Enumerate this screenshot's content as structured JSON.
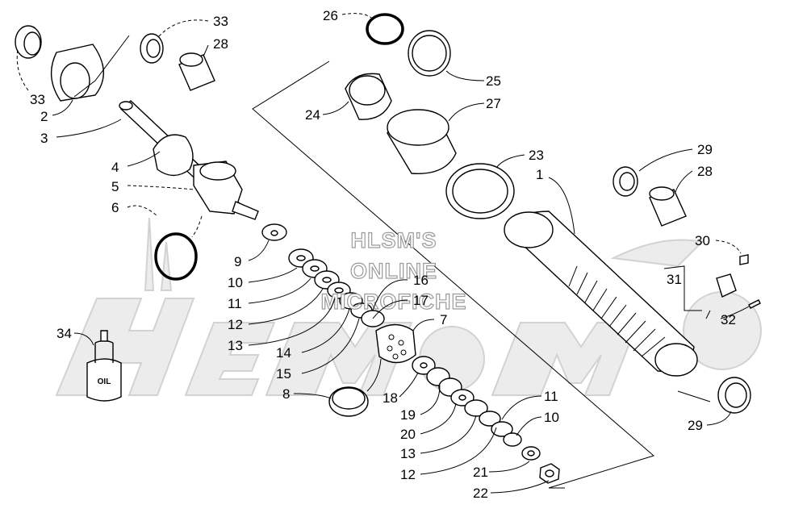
{
  "watermark": {
    "line1": "HLSM'S",
    "line2": "ONLINE",
    "line3": "MICROFICHE"
  },
  "oil_bottle_text": "OIL",
  "callouts": [
    {
      "id": "c33a",
      "text": "33"
    },
    {
      "id": "c28a",
      "text": "28"
    },
    {
      "id": "c33b",
      "text": "33"
    },
    {
      "id": "c2",
      "text": "2"
    },
    {
      "id": "c3",
      "text": "3"
    },
    {
      "id": "c4",
      "text": "4"
    },
    {
      "id": "c5",
      "text": "5"
    },
    {
      "id": "c6",
      "text": "6"
    },
    {
      "id": "c26",
      "text": "26"
    },
    {
      "id": "c25",
      "text": "25"
    },
    {
      "id": "c24",
      "text": "24"
    },
    {
      "id": "c27",
      "text": "27"
    },
    {
      "id": "c23",
      "text": "23"
    },
    {
      "id": "c1",
      "text": "1"
    },
    {
      "id": "c29a",
      "text": "29"
    },
    {
      "id": "c28b",
      "text": "28"
    },
    {
      "id": "c30",
      "text": "30"
    },
    {
      "id": "c31",
      "text": "31"
    },
    {
      "id": "c32",
      "text": "32"
    },
    {
      "id": "c29b",
      "text": "29"
    },
    {
      "id": "c9",
      "text": "9"
    },
    {
      "id": "c10a",
      "text": "10"
    },
    {
      "id": "c11a",
      "text": "11"
    },
    {
      "id": "c12a",
      "text": "12"
    },
    {
      "id": "c13a",
      "text": "13"
    },
    {
      "id": "c14",
      "text": "14"
    },
    {
      "id": "c15",
      "text": "15"
    },
    {
      "id": "c16",
      "text": "16"
    },
    {
      "id": "c17",
      "text": "17"
    },
    {
      "id": "c7",
      "text": "7"
    },
    {
      "id": "c8",
      "text": "8"
    },
    {
      "id": "c18",
      "text": "18"
    },
    {
      "id": "c19",
      "text": "19"
    },
    {
      "id": "c20",
      "text": "20"
    },
    {
      "id": "c13b",
      "text": "13"
    },
    {
      "id": "c12b",
      "text": "12"
    },
    {
      "id": "c11b",
      "text": "11"
    },
    {
      "id": "c10b",
      "text": "10"
    },
    {
      "id": "c21",
      "text": "21"
    },
    {
      "id": "c22",
      "text": "22"
    },
    {
      "id": "c34",
      "text": "34"
    }
  ]
}
